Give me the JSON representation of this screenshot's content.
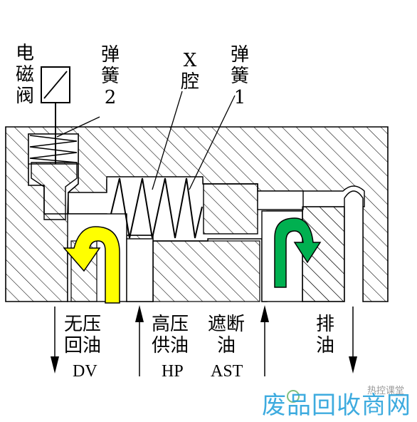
{
  "labels": {
    "solenoid_valve": "电\n磁\n阀",
    "spring2": "弹\n簧\n2",
    "x_chamber": "X\n腔",
    "spring1": "弹\n簧\n1",
    "dv_chinese": "无压\n回油",
    "dv_code": "DV",
    "hp_chinese": "高压\n供油",
    "hp_code": "HP",
    "ast_chinese": "遮断\n油",
    "ast_code": "AST",
    "drain_chinese": "排\n油"
  },
  "watermark": {
    "small": "热控课堂",
    "main": "废品回收商网"
  },
  "colors": {
    "yellow_arrow": "#ffff00",
    "green_arrow": "#00b050",
    "hatch": "#000000",
    "watermark": "#2aa3dc"
  }
}
